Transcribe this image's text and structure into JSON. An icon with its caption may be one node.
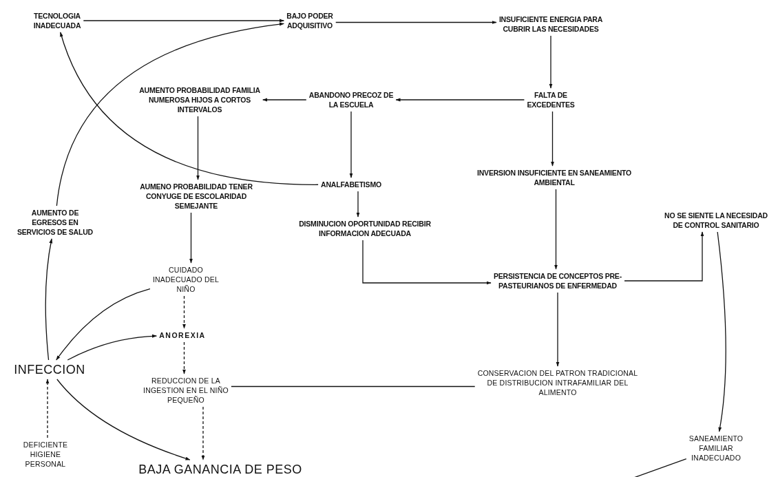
{
  "diagram": {
    "nodes": [
      {
        "text": [
          "TECNOLOGIA INADECUADA"
        ]
      },
      {
        "text": [
          "BAJO PODER ADQUISITIVO"
        ]
      },
      {
        "text": [
          "INSUFICIENTE ENERGIA PARA CUBRIR LAS NECESIDADES"
        ]
      },
      {
        "text": [
          "AUMENTO PROBABILIDAD FAMILIA NUMEROSA HIJOS A CORTOS INTERVALOS"
        ]
      },
      {
        "text": [
          "ABANDONO PRECOZ DE LA ESCUELA"
        ]
      },
      {
        "text": [
          "FALTA DE EXCEDENTES"
        ]
      },
      {
        "text": [
          "AUMENO PROBABILIDAD TENER CONYUGE DE ESCOLARIDAD SEMEJANTE"
        ]
      },
      {
        "text": [
          "ANALFABETISMO"
        ]
      },
      {
        "text": [
          "INVERSION INSUFICIENTE EN SANEAMIENTO AMBIENTAL"
        ]
      },
      {
        "text": [
          "AUMENTO DE EGRESOS EN SERVICIOS DE SALUD"
        ]
      },
      {
        "text": [
          "DISMINUCION OPORTUNIDAD RECIBIR INFORMACION ADECUADA"
        ]
      },
      {
        "text": [
          "NO SE SIENTE LA NECESIDAD DE CONTROL SANITARIO"
        ]
      },
      {
        "text": [
          "PERSISTENCIA DE CONCEPTOS PRE-PASTEURIANOS DE ENFERMEDAD"
        ]
      },
      {
        "text": [
          "CUIDADO INADECUADO DEL NIÑO"
        ]
      },
      {
        "text": [
          "ANOREXIA"
        ]
      },
      {
        "text": [
          "INFECCION"
        ]
      },
      {
        "text": [
          "REDUCCION DE LA INGESTION EN EL NIÑO PEQUEÑO"
        ]
      },
      {
        "text": [
          "CONSERVACION DEL PATRON TRADICIONAL DE DISTRIBUCION INTRAFAMILIAR DEL ALIMENTO"
        ]
      },
      {
        "text": [
          "DEFICIENTE HIGIENE PERSONAL"
        ]
      },
      {
        "text": [
          "BAJA GANANCIA DE PESO"
        ]
      },
      {
        "text": [
          "SANEAMIENTO FAMILIAR INADECUADO"
        ]
      }
    ],
    "edges": [
      {
        "from": 0,
        "to": 1,
        "arrow": "to"
      },
      {
        "from": 1,
        "to": 2,
        "arrow": "to"
      },
      {
        "from": 2,
        "to": 5,
        "arrow": "to"
      },
      {
        "from": 5,
        "to": 4,
        "arrow": "to"
      },
      {
        "from": 4,
        "to": 3,
        "arrow": "to"
      },
      {
        "from": 4,
        "to": 7,
        "arrow": "to"
      },
      {
        "from": 3,
        "to": 6,
        "arrow": "to"
      },
      {
        "from": 7,
        "to": 0,
        "arrow": "to"
      },
      {
        "from": 9,
        "to": 1,
        "arrow": "to"
      },
      {
        "from": 7,
        "to": 10,
        "arrow": "to"
      },
      {
        "from": 5,
        "to": 8,
        "arrow": "to"
      },
      {
        "from": 10,
        "to": 12,
        "arrow": "to"
      },
      {
        "from": 8,
        "to": 12,
        "arrow": "to"
      },
      {
        "from": 12,
        "to": 11,
        "arrow": "to"
      },
      {
        "from": 11,
        "to": 20,
        "arrow": "to"
      },
      {
        "from": 20,
        "to": null,
        "arrow": "none"
      },
      {
        "from": 6,
        "to": 13,
        "arrow": "to"
      },
      {
        "from": 13,
        "to": 15,
        "arrow": "to"
      },
      {
        "from": 15,
        "to": 14,
        "arrow": "to"
      },
      {
        "from": 13,
        "to": 14,
        "arrow": "to",
        "style": "dashed"
      },
      {
        "from": 14,
        "to": 16,
        "arrow": "to",
        "style": "dashed"
      },
      {
        "from": 16,
        "to": 19,
        "arrow": "to",
        "style": "dashed"
      },
      {
        "from": 15,
        "to": 9,
        "arrow": "to"
      },
      {
        "from": 15,
        "to": 19,
        "arrow": "to"
      },
      {
        "from": 18,
        "to": 15,
        "arrow": "to",
        "style": "dashed"
      },
      {
        "from": 17,
        "to": 16,
        "arrow": "none"
      },
      {
        "from": 12,
        "to": 17,
        "arrow": "to"
      }
    ]
  }
}
